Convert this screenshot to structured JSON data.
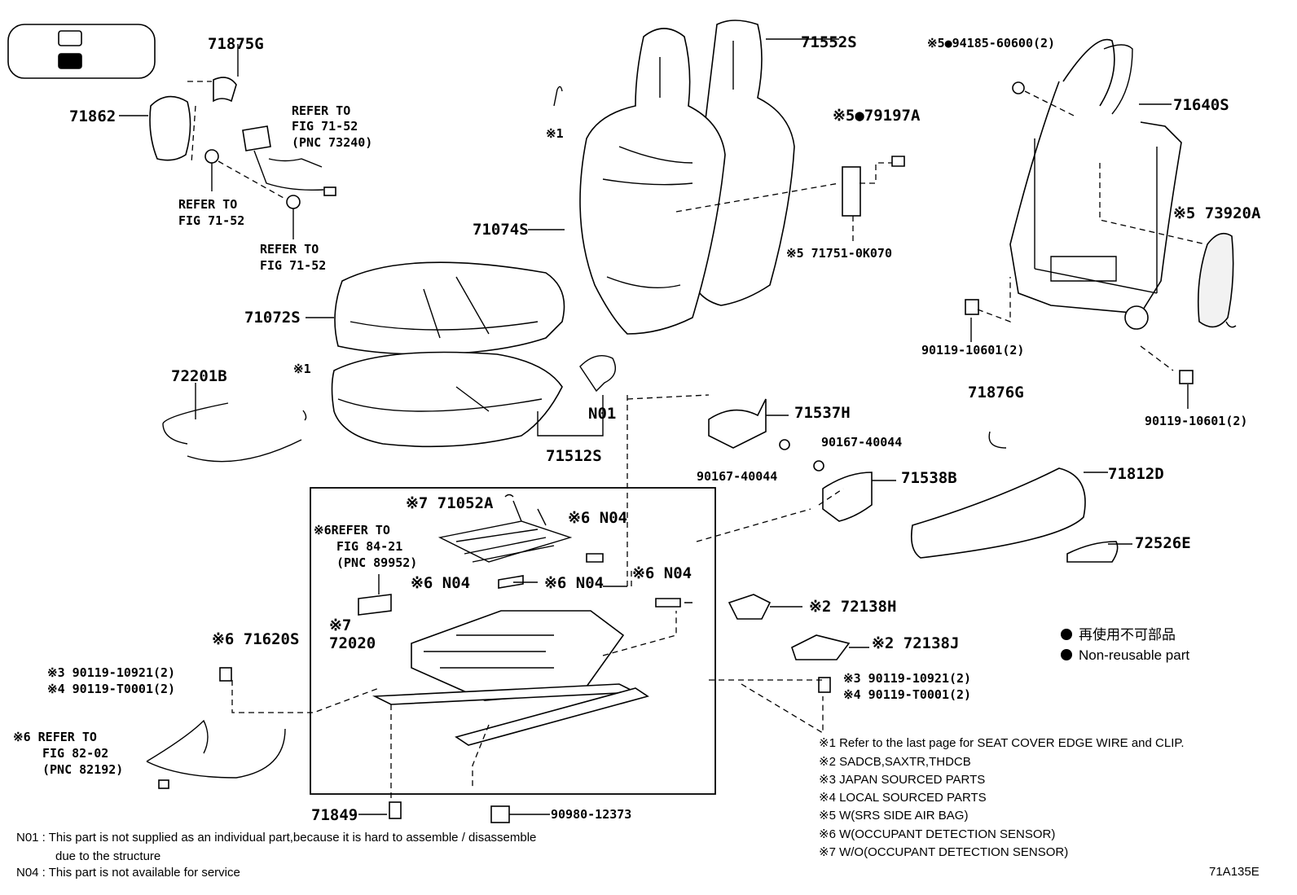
{
  "legend_box": {
    "swatches": [
      "open",
      "filled"
    ]
  },
  "labels": {
    "p71875G": "71875G",
    "p71862": "71862",
    "refer_7324": [
      "REFER TO",
      "FIG 71-52",
      "(PNC 73240)"
    ],
    "refer_a": [
      "REFER TO",
      "FIG 71-52"
    ],
    "refer_b": [
      "REFER TO",
      "FIG 71-52"
    ],
    "p71552S": "71552S",
    "p71074S": "71074S",
    "x1_top": "※1",
    "p79197A": "※5●79197A",
    "p71751": "※5 71751-0K070",
    "p94185": "※5●94185-60600(2)",
    "p71640S": "71640S",
    "p73920A": "※5 73920A",
    "p90119_left": "90119-10601(2)",
    "p90119_right": "90119-10601(2)",
    "p71072S": "71072S",
    "p72201B": "72201B",
    "x1_mid": "※1",
    "pN01": "N01",
    "p71512S": "71512S",
    "p71537H": "71537H",
    "p90167_a": "90167-40044",
    "p90167_b": "90167-40044",
    "p71538B": "71538B",
    "p71876G": "71876G",
    "p71812D": "71812D",
    "p72526E": "72526E",
    "p71052A": "※7 71052A",
    "refer_8995": [
      "※6REFER TO",
      "FIG 84-21",
      "(PNC 89952)"
    ],
    "pN04_a": "※6 N04",
    "pN04_b": "※6 N04",
    "pN04_c": "※6 N04",
    "pN04_d": "※6 N04",
    "p72020": [
      "※7",
      "72020"
    ],
    "p71620S": "※6 71620S",
    "p72138H": "※2 72138H",
    "p72138J": "※2 72138J",
    "bolt_left": [
      "※3 90119-10921(2)",
      "※4 90119-T0001(2)"
    ],
    "bolt_right": [
      "※3 90119-10921(2)",
      "※4 90119-T0001(2)"
    ],
    "refer_8219": [
      "※6 REFER TO",
      "FIG 82-02",
      "(PNC 82192)"
    ],
    "p71849": "71849",
    "p90980": "90980-12373"
  },
  "legend": {
    "jp": "再使用不可部品",
    "en": "Non-reusable part"
  },
  "footnotes": [
    "※1  Refer to the last page for SEAT COVER EDGE WIRE and CLIP.",
    "※2  SADCB,SAXTR,THDCB",
    "※3  JAPAN SOURCED PARTS",
    "※4  LOCAL SOURCED PARTS",
    "※5  W(SRS SIDE AIR BAG)",
    "※6  W(OCCUPANT DETECTION SENSOR)",
    "※7  W/O(OCCUPANT DETECTION SENSOR)"
  ],
  "notes": [
    "N01 : This part is not supplied as an individual part,because it is hard to assemble / disassemble",
    "due to the structure",
    "N04 : This part is not available for service"
  ],
  "figure_id": "71A135E"
}
